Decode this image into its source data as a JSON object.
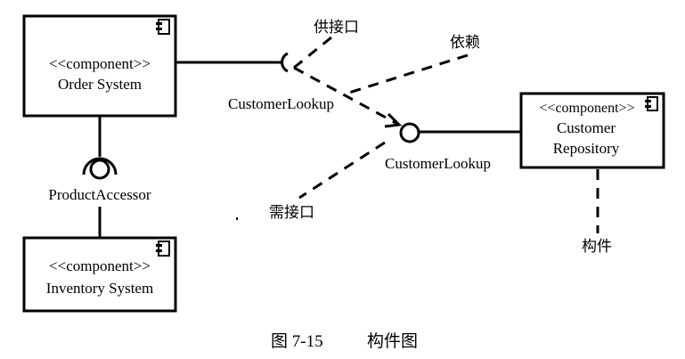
{
  "components": {
    "order_system": {
      "stereotype": "<<component>>",
      "name": "Order System"
    },
    "inventory_system": {
      "stereotype": "<<component>>",
      "name": "Inventory System"
    },
    "customer_repository": {
      "stereotype": "<<component>>",
      "name_line1": "Customer",
      "name_line2": "Repository"
    }
  },
  "interfaces": {
    "product_accessor": "ProductAccessor",
    "customer_lookup_required": "CustomerLookup",
    "customer_lookup_provided": "CustomerLookup"
  },
  "annotations": {
    "provided_interface": "供接口",
    "dependency": "依赖",
    "required_interface": "需接口",
    "component": "构件"
  },
  "caption": {
    "figure_number": "图 7-15",
    "title": "构件图"
  }
}
